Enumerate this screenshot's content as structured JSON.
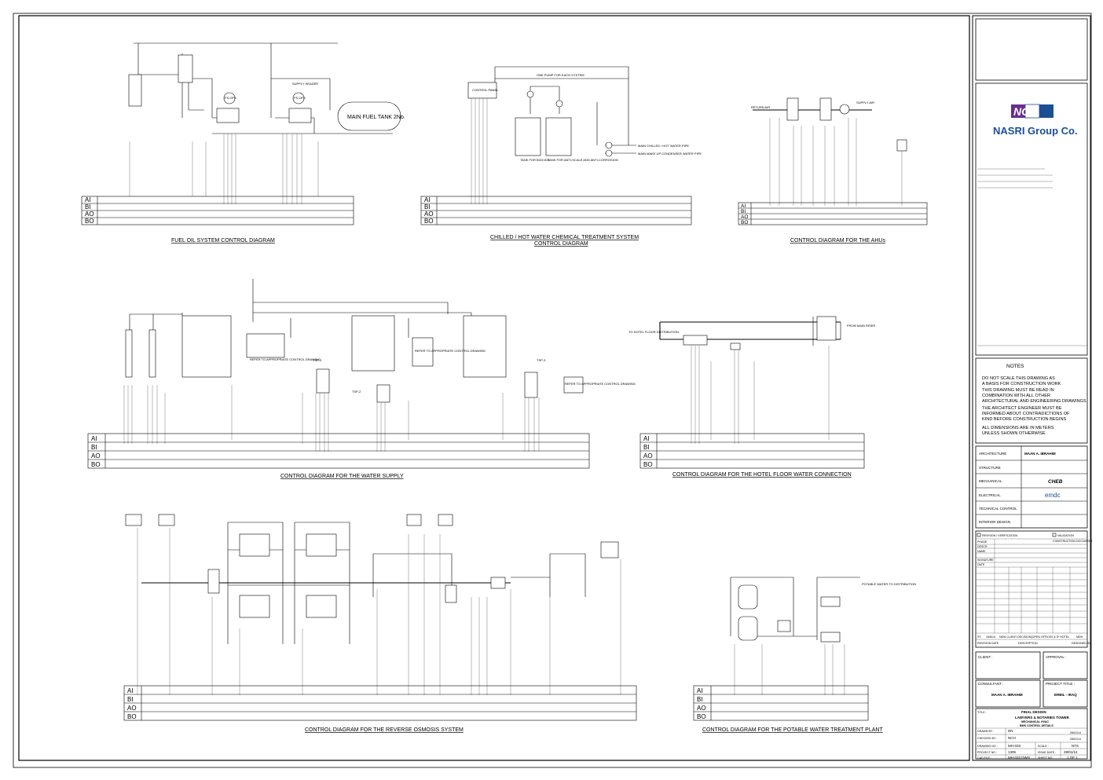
{
  "diagrams": {
    "fuel_oil": {
      "title": "FUEL OIL SYSTEM CONTROL DIAGRAM",
      "tank": "MAIN FUEL TANK 2No.",
      "header": "SUPPLY HEADER",
      "pump_a": "FS-OFS",
      "pump_b": "FS-OFS"
    },
    "chilled_water": {
      "title_1": "CHILLED / HOT WATER CHEMICAL TREATMENT SYSTEM",
      "title_2": "CONTROL DIAGRAM",
      "panel": "CONTROL PANEL",
      "pump_note": "ONE PUMP FOR EACH SYSTEM",
      "tank_1": "TANK FOR BIOCIDE",
      "tank_2": "TANK FOR ANTI-SCALE AND ANTI-CORROSION",
      "pipe_1": "MAIN CHILLED / HOT WATER PIPE",
      "pipe_2": "MAIN MAKE UP CONDENSER WATER PIPE"
    },
    "ahu": {
      "title": "CONTROL DIAGRAM FOR THE AHUs",
      "return_air": "RETURN AIR",
      "supply_air": "SUPPLY AIR"
    },
    "water_supply": {
      "title": "CONTROL DIAGRAM FOR THE WATER SUPPLY",
      "refer_1": "REFER TO APPROPRIATE CONTROL DRAWING",
      "refer_2": "REFER TO APPROPRIATE CONTROL DRAWING",
      "refer_3": "REFER TO APPROPRIATE CONTROL DRAWING",
      "tag_1": "TSP-1",
      "tag_2": "TSP-2",
      "tag_3": "TSP-3"
    },
    "hotel_floor": {
      "title": "CONTROL DIAGRAM FOR THE HOTEL FLOOR WATER CONNECTION",
      "to_floor": "TO HOTEL FLOOR DISTRIBUTION",
      "from_riser": "FROM MAIN RISER"
    },
    "reverse_osmosis": {
      "title": "CONTROL DIAGRAM FOR THE REVERSE OSMOSIS SYSTEM"
    },
    "potable_water": {
      "title": "CONTROL DIAGRAM FOR THE POTABLE WATER TREATMENT PLANT",
      "potable_out": "POTABLE WATER TO DISTRIBUTION"
    }
  },
  "bus_labels": [
    "AI",
    "BI",
    "AO",
    "BO"
  ],
  "title_block": {
    "company_mark": "NGC",
    "company_name": "NASRI Group Co.",
    "notes_heading": "NOTES",
    "notes": [
      "DO NOT SCALE THIS DRAWING AS",
      "A BASIS FOR CONSTRUCTION WORK",
      "THIS DRAWING MUST BE READ IN",
      "COMBINATION WITH ALL OTHER",
      "ARCHITECTURAL AND ENGINEERING DRAWINGS",
      "THE ARCHITECT ENGINEER MUST BE",
      "INFORMED ABOUT CONTRADICTIONS OF",
      "KIND BEFORE CONSTRUCTION BEGINS",
      "ALL DIMENSIONS ARE IN METERS",
      "UNLESS SHOWN OTHERWISE"
    ],
    "disciplines": [
      {
        "label": "ARCHITECTURE",
        "value": "MAAN A. IBRAHIM"
      },
      {
        "label": "STRUCTURE",
        "value": ""
      },
      {
        "label": "MECHANICAL",
        "value": "CHEB"
      },
      {
        "label": "ELECTRICAL",
        "value": "emdc"
      },
      {
        "label": "TECHNICAL CONTROL",
        "value": ""
      },
      {
        "label": "INTERIOR DESIGN",
        "value": ""
      }
    ],
    "revision": {
      "checkbox_1": "REVISION / VERIFICATION",
      "checkbox_2": "VALIDATION",
      "construction_doc": "CONSTRUCTION DOCUMENT",
      "row_1": "PHASE",
      "row_2": "DESCR",
      "row_3": "NAME",
      "row_4": "SIGNATURE",
      "row_5": "DATE",
      "rev_no": "ST.",
      "rev_date": "15/8/14",
      "rev_desc": "NEW CLIENT DECISION(OPEN OFFICES & 5* HOTEL",
      "rev_by": "MDH",
      "footer_1": "REVISION",
      "footer_2": "DATE",
      "footer_3": "DESCRIPTION",
      "footer_4": "DESIGNED BY"
    },
    "client_label": "CLIENT :",
    "approval_label": "APPROVAL :",
    "consultant_label": "CONSULTANT :",
    "consultant_value": "MAAN A. IBRAHIM",
    "project_title_label": "PROJECT TITLE :",
    "project_title_value": "ERBIL - IRAQ",
    "sheet_title_label": "TITLE :",
    "sheet_title_1": "FINAL DESIGN",
    "sheet_title_2": "LAWYERS & NOTARIES TOWER",
    "sheet_title_3": "MECHANICAL HVAC",
    "sheet_title_4": "BMS CONTROL DETAILS",
    "drawn_by_label": "DRAWN BY :",
    "drawn_by": "DN",
    "drawn_date": "28/01/14",
    "checked_by_label": "CHECKED BY :",
    "checked_by": "NCH",
    "checked_date": "28/01/14",
    "drawing_no_label": "DRAWING NO :",
    "drawing_no": "MH-033",
    "scale_label": "SCALE :",
    "scale": "NTS",
    "project_no_label": "PROJECT NO :",
    "project_no": "1305",
    "issue_label": "ISSUE DATE :",
    "issue_date": "28/01/14",
    "cad_label": "CAD FILE :",
    "cad_file": "MH-033.DWG",
    "sheet_label": "SHEET NO :",
    "sheet_no": "1 OF 1"
  },
  "colors": {
    "logo_blue": "#1b4f93",
    "logo_purple": "#6a2c8e",
    "line": "#000000"
  }
}
